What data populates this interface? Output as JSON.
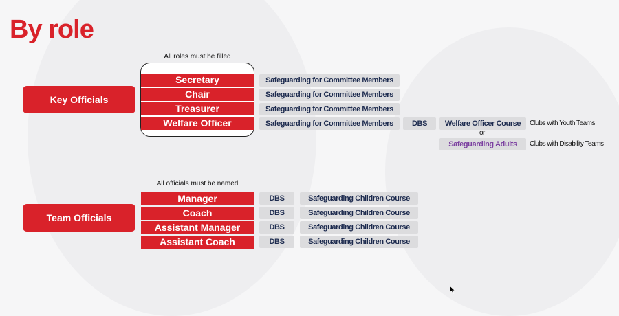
{
  "title": "By role",
  "key_officials": {
    "label": "Key Officials",
    "note": "All roles must be filled",
    "roles": [
      {
        "name": "Secretary",
        "course": "Safeguarding for Committee Members"
      },
      {
        "name": "Chair",
        "course": "Safeguarding for Committee Members"
      },
      {
        "name": "Treasurer",
        "course": "Safeguarding for Committee Members"
      },
      {
        "name": "Welfare Officer",
        "course": "Safeguarding for Committee Members",
        "check": "DBS",
        "extra_course": "Welfare Officer Course",
        "extra_note": "Clubs with Youth Teams"
      }
    ],
    "or_label": "or",
    "alt_course": "Safeguarding Adults",
    "alt_note": "Clubs with Disability Teams"
  },
  "team_officials": {
    "label": "Team Officials",
    "note": "All officials must be named",
    "roles": [
      {
        "name": "Manager",
        "check": "DBS",
        "course": "Safeguarding Children Course"
      },
      {
        "name": "Coach",
        "check": "DBS",
        "course": "Safeguarding Children Course"
      },
      {
        "name": "Assistant Manager",
        "check": "DBS",
        "course": "Safeguarding Children Course"
      },
      {
        "name": "Assistant Coach",
        "check": "DBS",
        "course": "Safeguarding Children Course"
      }
    ]
  },
  "colors": {
    "brand_red": "#d9222a",
    "chip_grey": "#dcdcde",
    "navy_text": "#1d2b4f",
    "purple_text": "#7b3fa0"
  }
}
